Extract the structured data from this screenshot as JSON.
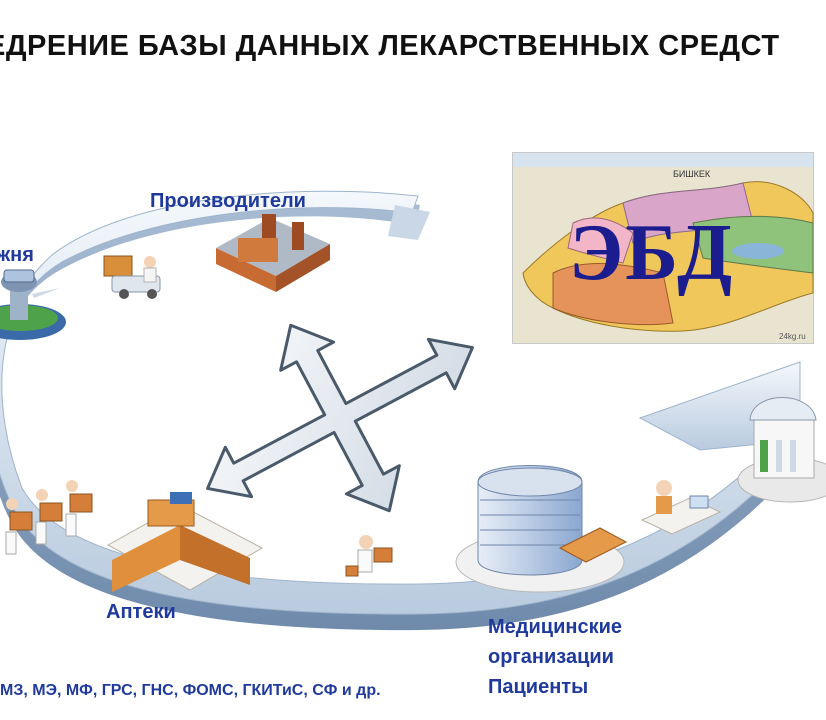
{
  "title": "ЕДРЕНИЕ БАЗЫ ДАННЫХ ЛЕКАРСТВЕННЫХ СРЕДСТ",
  "labels": {
    "producers": "Производители",
    "customs": "жня",
    "pharmacies": "Аптеки",
    "medical_line1": "Медицинские",
    "medical_line2": "организации",
    "medical_line3": "Пациенты"
  },
  "footer": "МЗ, МЭ, МФ, ГРС, ГНС, ФОМС, ГКИТиС, СФ и др.",
  "map_panel": {
    "center_text": "ЭБД",
    "site_tag": "24kg.ru"
  },
  "colors": {
    "label_blue": "#1f3a9c",
    "ebd_blue": "#1b1d8e",
    "ring_light": "#dde7f2",
    "ring_dark": "#8da6c2"
  }
}
